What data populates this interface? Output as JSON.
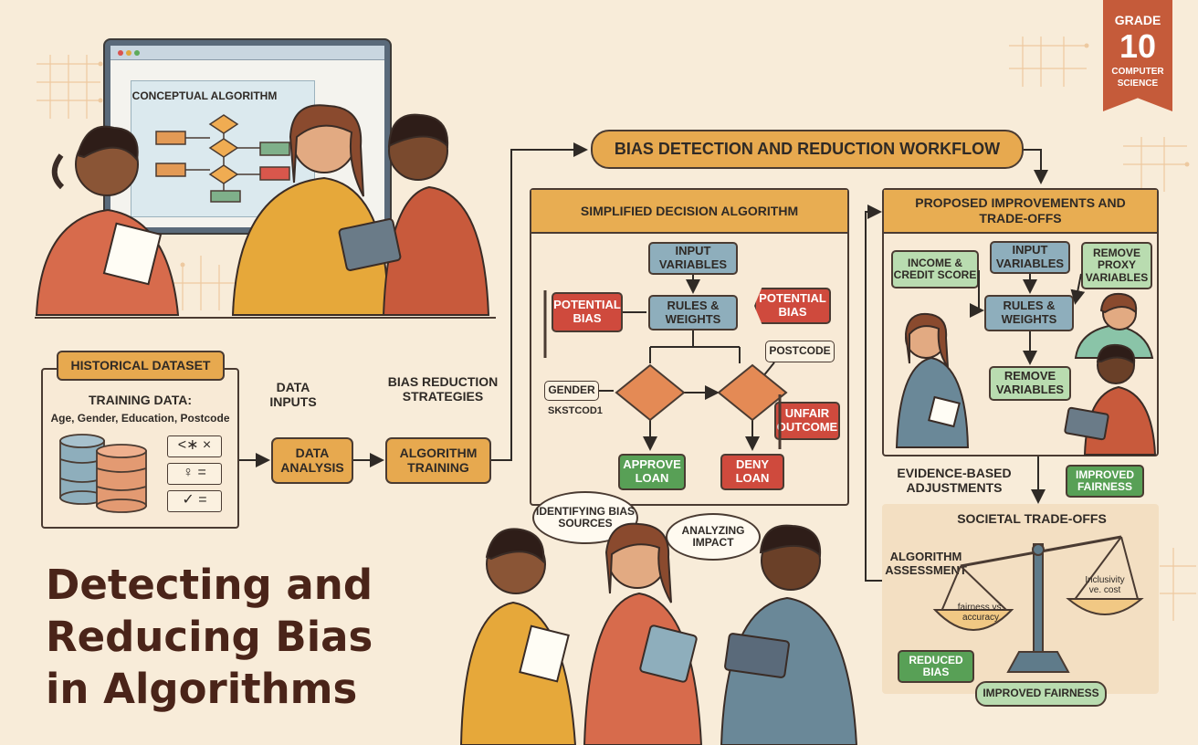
{
  "grade_badge": {
    "top": "GRADE",
    "number": "10",
    "subject": "COMPUTER SCIENCE"
  },
  "main_title": [
    "Detecting and",
    "Reducing Bias",
    "in Algorithms"
  ],
  "screen": {
    "label": "CONCEPTUAL ALGORITHM"
  },
  "dataset": {
    "header": "HISTORICAL DATASET",
    "training_label": "TRAINING DATA:",
    "fields": "Age, Gender, Education, Postcode"
  },
  "flow": {
    "data_inputs": "DATA INPUTS",
    "bias_strategies": "BIAS REDUCTION STRATEGIES",
    "data_analysis": "DATA ANALYSIS",
    "algorithm_training": "ALGORITHM TRAINING"
  },
  "workflow_banner": "BIAS DETECTION AND REDUCTION WORKFLOW",
  "decision_panel": {
    "title": "SIMPLIFIED DECISION ALGORITHM",
    "input_variables": "INPUT VARIABLES",
    "rules_weights": "RULES & WEIGHTS",
    "potential_bias_left": "POTENTIAL BIAS",
    "potential_bias_right": "POTENTIAL BIAS",
    "postcode": "POSTCODE",
    "gender": "GENDER",
    "code": "SKSTCOD1",
    "unfair_outcome": "UNFAIR OUTCOME",
    "approve_loan": "APPROVE LOAN",
    "deny_loan": "DENY LOAN"
  },
  "improvements_panel": {
    "title": "PROPOSED IMPROVEMENTS AND TRADE-OFFS",
    "income_credit": "INCOME & CREDIT SCORE",
    "input_variables": "INPUT VARIABLES",
    "remove_proxy": "REMOVE PROXY VARIABLES",
    "rules_weights": "RULES & WEIGHTS",
    "remove_variables": "REMOVE VARIABLES"
  },
  "adjustments": {
    "evidence_based": "EVIDENCE-BASED ADJUSTMENTS",
    "improved_fairness_top": "IMPROVED FAIRNESS"
  },
  "tradeoffs": {
    "title": "SOCIETAL TRADE-OFFS",
    "assessment": "ALGORITHM ASSESSMENT",
    "left_pan": "fairness vs. accuracy",
    "right_pan": "Inclusivity ve. cost",
    "reduced_bias": "REDUCED BIAS",
    "improved_fairness_bottom": "IMPROVED FAIRNESS"
  },
  "speech": {
    "identifying": "IDENTIFYING BIAS SOURCES",
    "analyzing": "ANALYZING IMPACT"
  },
  "colors": {
    "background": "#f8ecd9",
    "orange": "#e8ad52",
    "blue": "#8eaebc",
    "green": "#58a056",
    "red": "#cf4a3d",
    "title": "#4a2419",
    "badge": "#c55b3a"
  }
}
